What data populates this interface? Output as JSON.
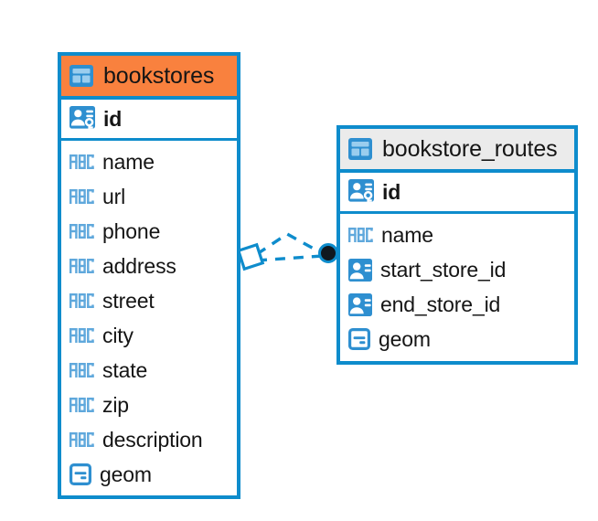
{
  "diagram": {
    "type": "entity-relationship-diagram",
    "background": "#ffffff",
    "colors": {
      "border": "#0E8CCC",
      "header_accent": "#F9813E",
      "header_neutral": "#EBEBEB",
      "icon_blue": "#2E8FD0",
      "icon_light": "#8FC7EA",
      "text": "#151515",
      "connector": "#0E8CCC",
      "connector_endpoint": "#101820"
    },
    "entities": [
      {
        "name": "bookstores",
        "header_style": "accent",
        "icon": "table-icon",
        "primary_key": {
          "label": "id",
          "icon": "primary-key-icon"
        },
        "fields": [
          {
            "label": "name",
            "icon": "text-type-icon"
          },
          {
            "label": "url",
            "icon": "text-type-icon"
          },
          {
            "label": "phone",
            "icon": "text-type-icon"
          },
          {
            "label": "address",
            "icon": "text-type-icon"
          },
          {
            "label": "street",
            "icon": "text-type-icon"
          },
          {
            "label": "city",
            "icon": "text-type-icon"
          },
          {
            "label": "state",
            "icon": "text-type-icon"
          },
          {
            "label": "zip",
            "icon": "text-type-icon"
          },
          {
            "label": "description",
            "icon": "text-type-icon"
          },
          {
            "label": "geom",
            "icon": "geometry-type-icon"
          }
        ]
      },
      {
        "name": "bookstore_routes",
        "header_style": "neutral",
        "icon": "table-icon",
        "primary_key": {
          "label": "id",
          "icon": "primary-key-icon"
        },
        "fields": [
          {
            "label": "name",
            "icon": "text-type-icon"
          },
          {
            "label": "start_store_id",
            "icon": "foreign-key-icon"
          },
          {
            "label": "end_store_id",
            "icon": "foreign-key-icon"
          },
          {
            "label": "geom",
            "icon": "geometry-type-icon"
          }
        ]
      }
    ],
    "relationship": {
      "style": "dashed",
      "source_marker": "diamond",
      "target_marker": "filled-circle",
      "source_entity": "bookstores",
      "target_entity": "bookstore_routes"
    }
  }
}
